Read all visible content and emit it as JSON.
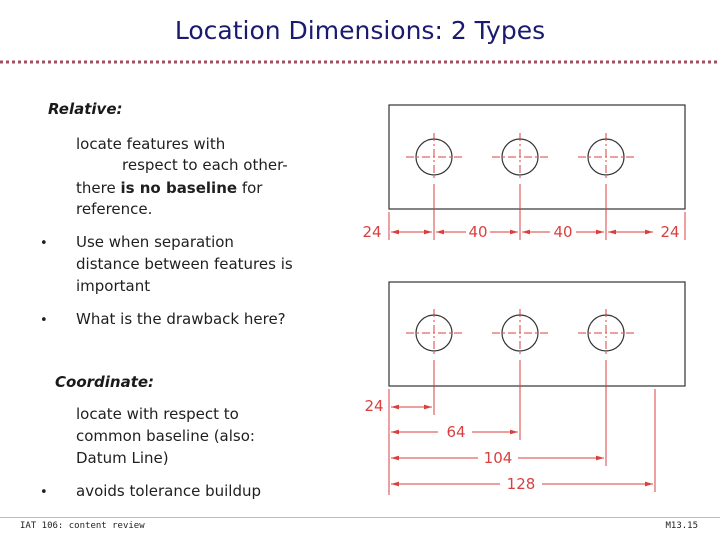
{
  "title": "Location Dimensions: 2 Types",
  "relative": {
    "heading": "Relative:",
    "desc_line1": "locate features with",
    "desc_line2": "respect to each other-",
    "desc_line3_pre": "there ",
    "desc_line3_bold": "is no baseline",
    "desc_line3_post": " for",
    "desc_line4": "reference.",
    "bullets": [
      {
        "lines": [
          "Use when separation",
          "distance between features is",
          "important"
        ]
      },
      {
        "lines": [
          "What is the drawback here?"
        ]
      }
    ]
  },
  "coordinate": {
    "heading": "Coordinate:",
    "desc_lines": [
      "locate with respect to",
      "common baseline (also:",
      "Datum Line)"
    ],
    "bullets": [
      {
        "lines": [
          "avoids tolerance buildup"
        ]
      }
    ]
  },
  "diagram_top": {
    "dims": [
      "24",
      "40",
      "40",
      "24"
    ]
  },
  "diagram_bottom": {
    "dims": [
      "24",
      "64",
      "104",
      "128"
    ]
  },
  "footer": {
    "left": "IAT 106: content review",
    "right": "M13.15"
  },
  "colors": {
    "title": "#1a1a6e",
    "dimension": "#d94040",
    "divider": "#a05060"
  }
}
